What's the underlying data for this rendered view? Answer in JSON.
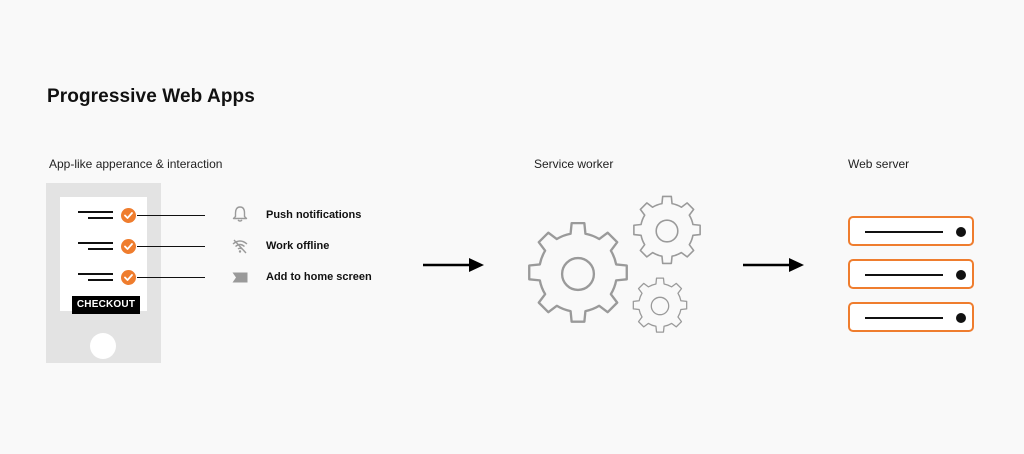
{
  "title": "Progressive Web Apps",
  "sections": {
    "app": "App-like apperance & interaction",
    "worker": "Service worker",
    "server": "Web server"
  },
  "phone": {
    "checkout_label": "CHECKOUT"
  },
  "features": [
    {
      "label": "Push notifications",
      "icon": "bell-icon"
    },
    {
      "label": "Work offline",
      "icon": "wifi-off-icon"
    },
    {
      "label": "Add to home screen",
      "icon": "bookmark-icon"
    }
  ],
  "colors": {
    "accent": "#ef7d2e",
    "gear_stroke": "#9a9a9a",
    "phone_body": "#e3e3e3"
  }
}
